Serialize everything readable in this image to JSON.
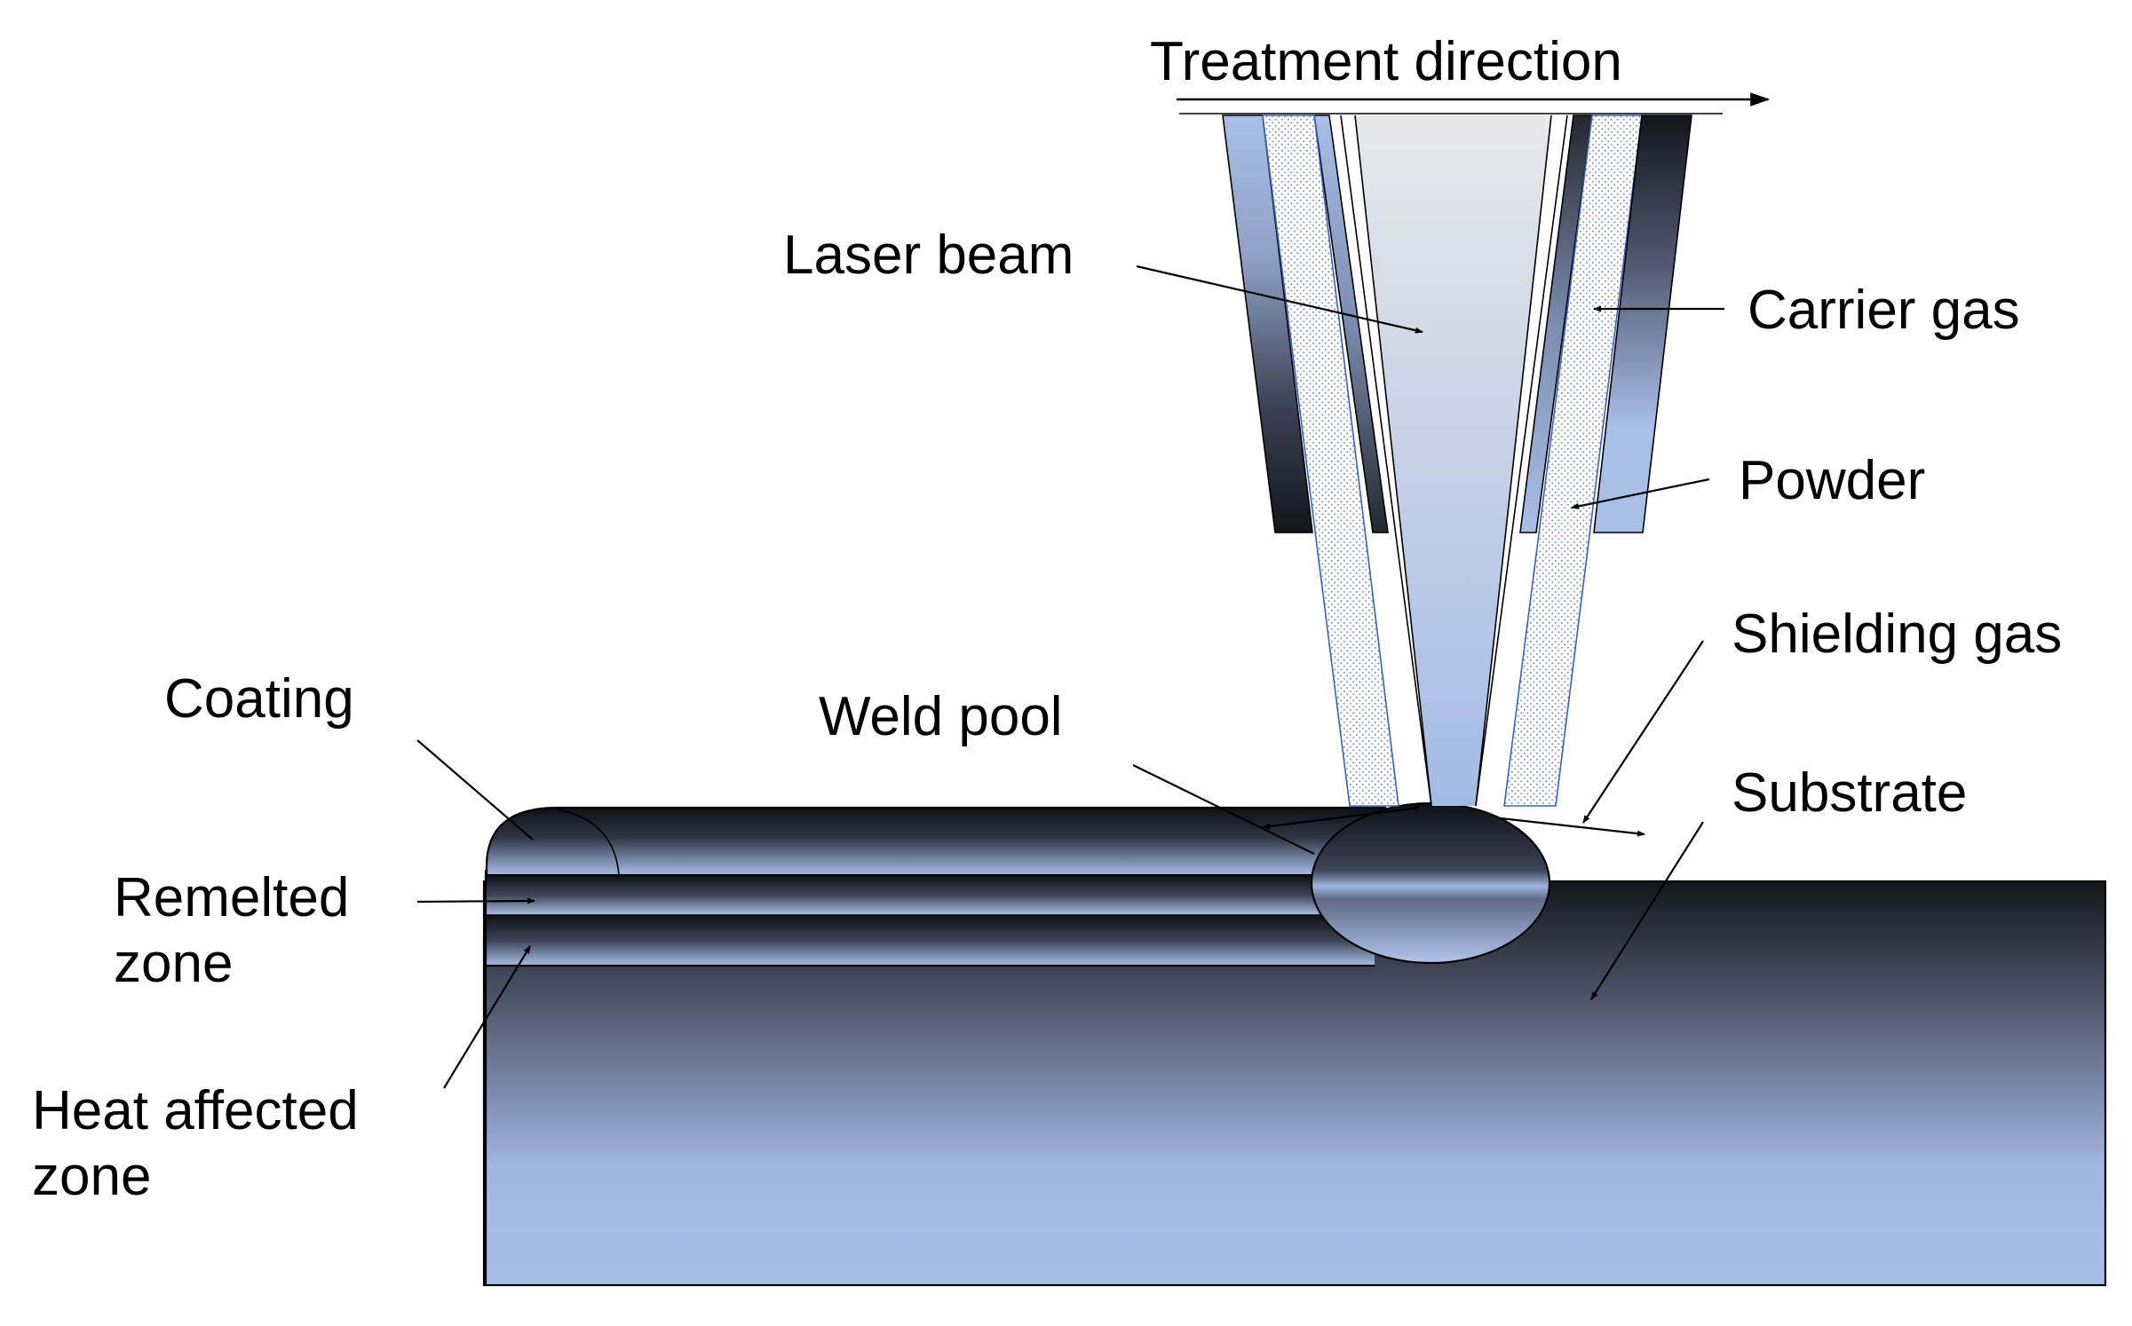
{
  "labels": {
    "treatment_direction": "Treatment direction",
    "laser_beam": "Laser beam",
    "carrier_gas": "Carrier gas",
    "powder": "Powder",
    "shielding_gas": "Shielding gas",
    "coating": "Coating",
    "weld_pool": "Weld pool",
    "substrate": "Substrate",
    "remelted_zone": [
      "Remelted",
      "zone"
    ],
    "heat_affected_zone": [
      "Heat affected",
      "zone"
    ]
  },
  "colors": {
    "dark_metal": "#14161c",
    "light_blue": "#a8bde6",
    "pale_blue": "#c7d6f1",
    "beam_top": "#e8e8e8",
    "beam_bottom": "#a9bfe8",
    "outline": "#000000"
  }
}
